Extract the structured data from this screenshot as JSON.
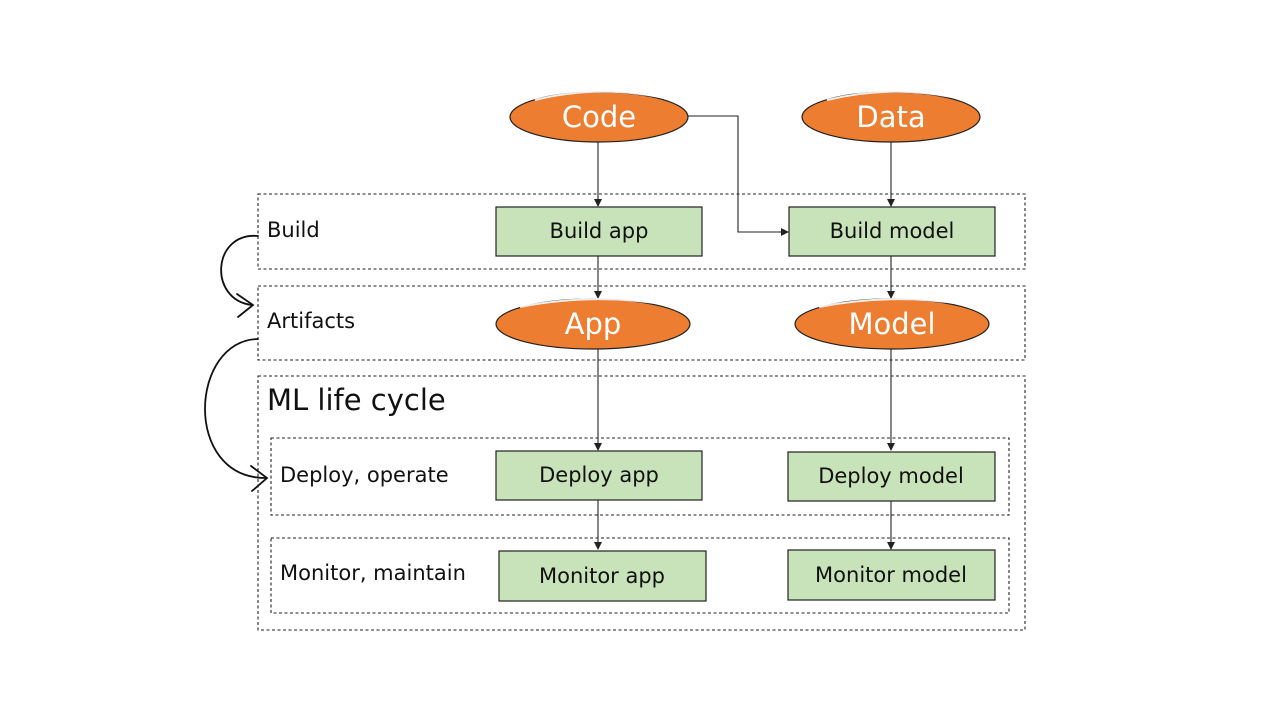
{
  "colors": {
    "process_fill": "#c8e2b9",
    "artifact_fill": "#ed7d31",
    "line": "#222222"
  },
  "sources": {
    "code": "Code",
    "data": "Data"
  },
  "bands": {
    "build": "Build",
    "artifacts": "Artifacts",
    "ml_life_cycle": "ML life cycle",
    "deploy_operate": "Deploy, operate",
    "monitor_maintain": "Monitor, maintain"
  },
  "processes": {
    "build_app": "Build app",
    "build_model": "Build model",
    "deploy_app": "Deploy app",
    "deploy_model": "Deploy model",
    "monitor_app": "Monitor app",
    "monitor_model": "Monitor model"
  },
  "artifacts": {
    "app": "App",
    "model": "Model"
  }
}
